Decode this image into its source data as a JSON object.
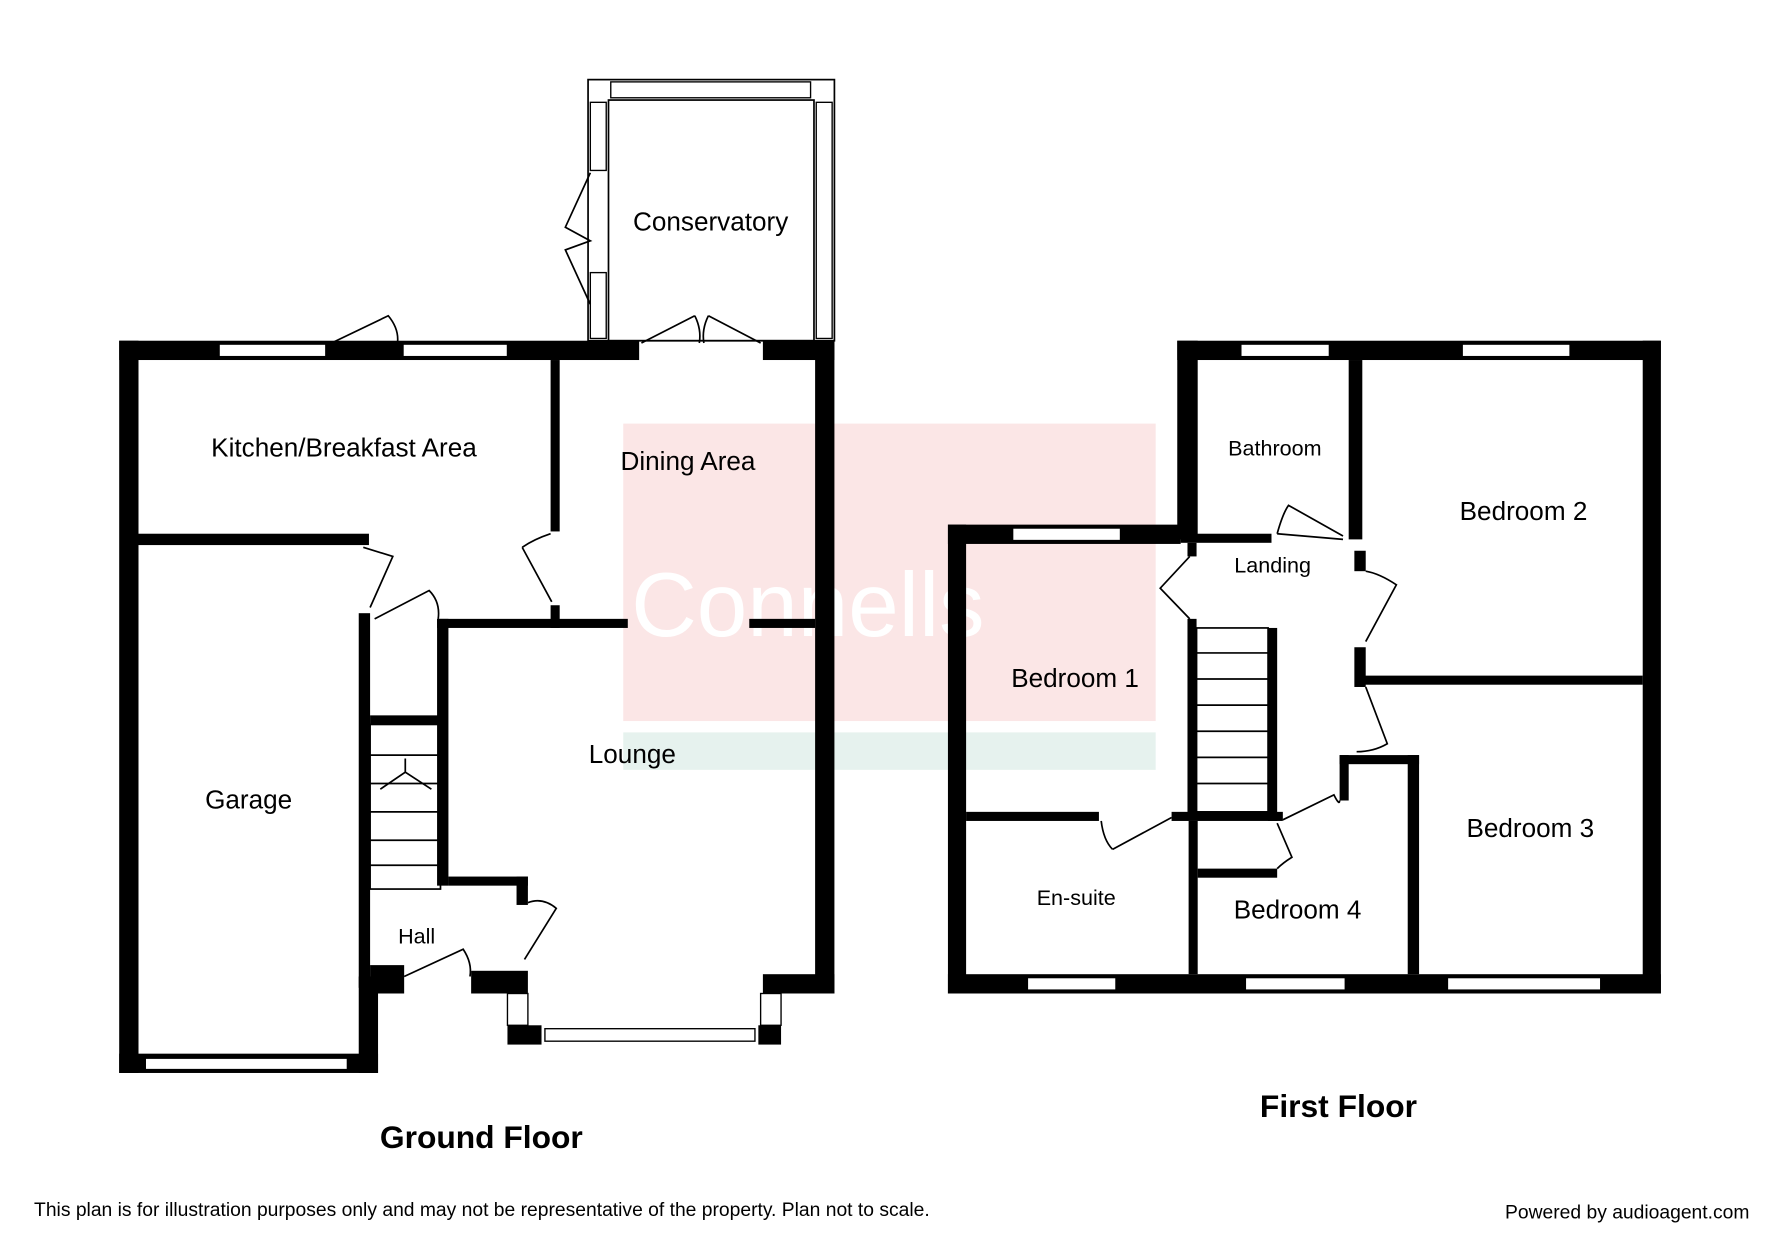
{
  "watermark": {
    "text": "Connells",
    "colors": {
      "pink": "#fbe6e6",
      "green": "#e6f2ee"
    }
  },
  "ground_floor": {
    "title": "Ground Floor",
    "rooms": {
      "conservatory": "Conservatory",
      "kitchen": "Kitchen/Breakfast Area",
      "dining": "Dining Area",
      "lounge": "Lounge",
      "garage": "Garage",
      "hall": "Hall"
    }
  },
  "first_floor": {
    "title": "First Floor",
    "rooms": {
      "bathroom": "Bathroom",
      "landing": "Landing",
      "bedroom1": "Bedroom 1",
      "bedroom2": "Bedroom 2",
      "bedroom3": "Bedroom 3",
      "bedroom4": "Bedroom 4",
      "ensuite": "En-suite"
    }
  },
  "footer": {
    "disclaimer": "This plan is for illustration purposes only and may not be representative of the property. Plan not to scale.",
    "powered_by": "Powered by audioagent.com"
  }
}
